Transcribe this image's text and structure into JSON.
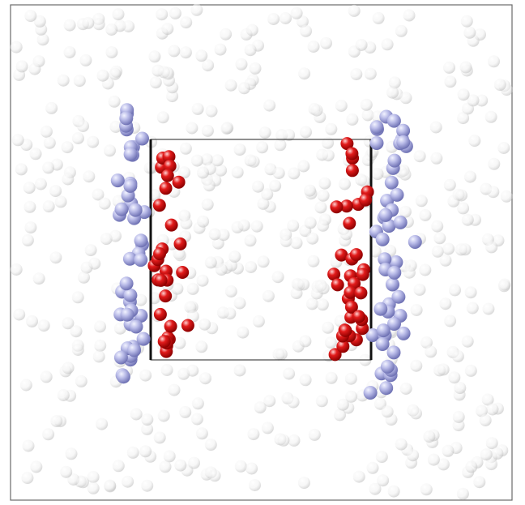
{
  "colors": {
    "background": "#ffffff",
    "solvent_particle": "#d9d9d9",
    "cation": "#9a9cd6",
    "anion": "#d10000",
    "frame": "#6a6a6a",
    "electrode": "#111111"
  },
  "particle_types": [
    "solvent",
    "cation",
    "anion"
  ]
}
